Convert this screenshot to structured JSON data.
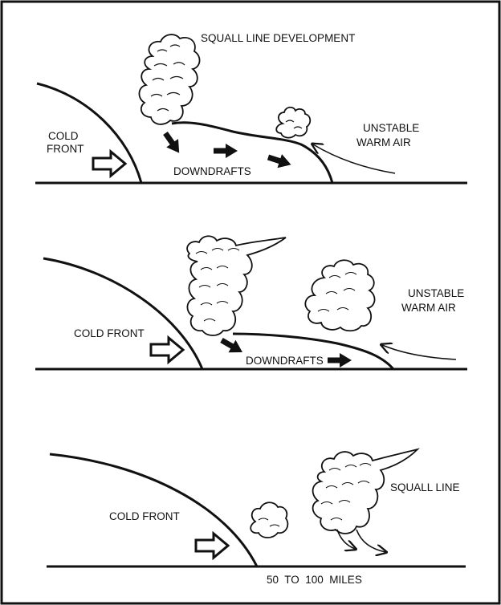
{
  "title": "SQUALL LINE DEVELOPMENT",
  "panels": [
    {
      "cold_front": [
        "COLD",
        "FRONT"
      ],
      "downdrafts": "DOWNDRAFTS",
      "unstable_air": [
        "UNSTABLE",
        "WARM AIR"
      ]
    },
    {
      "cold_front": "COLD FRONT",
      "downdrafts": "DOWNDRAFTS",
      "unstable_air": [
        "UNSTABLE",
        "WARM AIR"
      ]
    },
    {
      "cold_front": "COLD FRONT",
      "squall_line": "SQUALL LINE",
      "distance": "50  TO  100  MILES"
    }
  ],
  "icons": {
    "cloud": "cumulus-cloud-icon",
    "front_arrow": "hollow-arrow-icon",
    "downdraft": "solid-arrow-icon",
    "inflow": "thin-arrow-icon"
  }
}
